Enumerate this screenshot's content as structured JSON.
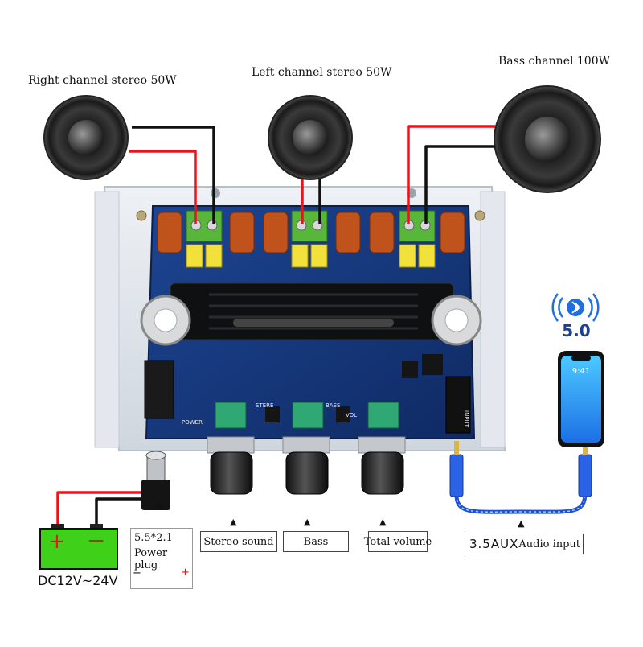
{
  "speakers": {
    "right_label": "Right channel stereo 50W",
    "left_label": "Left channel stereo 50W",
    "bass_label": "Bass channel 100W"
  },
  "bluetooth": {
    "version": "5.0",
    "icon": "bluetooth-icon"
  },
  "phone": {
    "time": "9:41"
  },
  "battery": {
    "plus": "+",
    "minus": "−",
    "voltage_label": "DC12V~24V",
    "color": "#3fd11a"
  },
  "power_plug": {
    "size": "5.5*2.1",
    "label": "Power plug",
    "minus": "−",
    "plus": "+"
  },
  "knobs": {
    "stereo_label": "Stereo sound",
    "bass_label": "Bass",
    "volume_label": "Total volume"
  },
  "aux": {
    "label_prefix": "3.5AUX",
    "label_suffix": "Audio input"
  },
  "board": {
    "silk_power": "POWER",
    "silk_stere": "STERE",
    "silk_bass": "BASS",
    "silk_vol": "VOL",
    "silk_input": "INPUT"
  },
  "arrow_glyph": "▲",
  "colors": {
    "wire_red": "#e8141b",
    "wire_black": "#111111",
    "pcb_blue": "#16357a",
    "cable_blue": "#1f4fd6"
  }
}
